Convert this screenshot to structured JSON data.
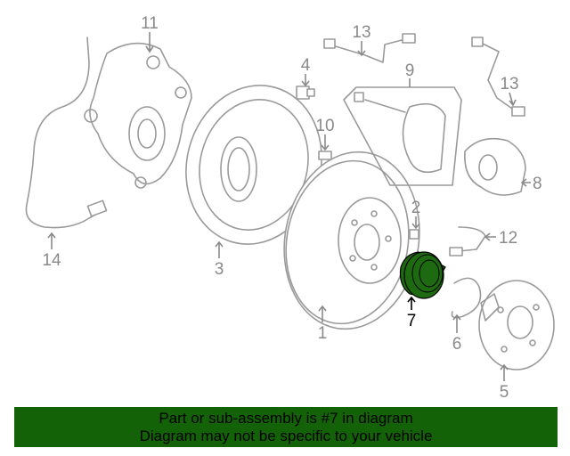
{
  "diagram": {
    "highlight_color": "#1e6a10",
    "callouts": [
      {
        "id": "11",
        "label": "11"
      },
      {
        "id": "13a",
        "label": "13"
      },
      {
        "id": "4",
        "label": "4"
      },
      {
        "id": "9",
        "label": "9"
      },
      {
        "id": "13b",
        "label": "13"
      },
      {
        "id": "10",
        "label": "10"
      },
      {
        "id": "8",
        "label": "8"
      },
      {
        "id": "2",
        "label": "2"
      },
      {
        "id": "12",
        "label": "12"
      },
      {
        "id": "14",
        "label": "14"
      },
      {
        "id": "3",
        "label": "3"
      },
      {
        "id": "1",
        "label": "1"
      },
      {
        "id": "7",
        "label": "7"
      },
      {
        "id": "6",
        "label": "6"
      },
      {
        "id": "5",
        "label": "5"
      }
    ]
  },
  "banner": {
    "line1": "Part or sub-assembly is #7 in diagram",
    "line2": "Diagram may not be specific to your vehicle",
    "bg_color": "#146208"
  }
}
